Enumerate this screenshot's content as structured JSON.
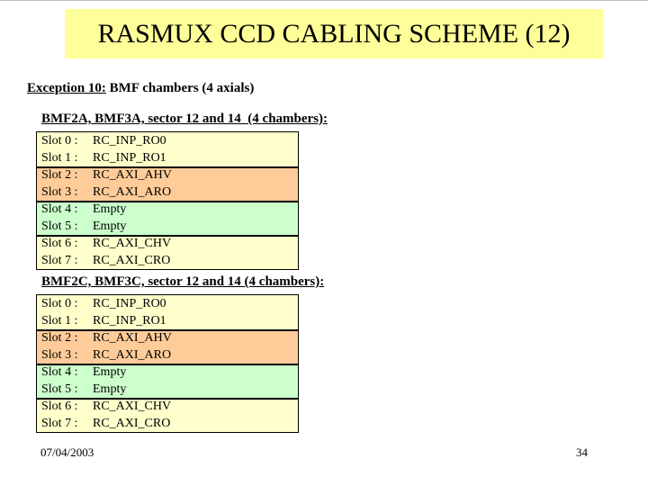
{
  "slide": {
    "title": "RASMUX CCD CABLING SCHEME (12)",
    "exception_label": "Exception 10:",
    "exception_text": " BMF chambers (4 axials)"
  },
  "colors": {
    "banner_bg": "#ffff99",
    "row_yellow": "#ffffcc",
    "row_orange": "#ffcc99",
    "row_green": "#ccffcc"
  },
  "sections": [
    {
      "header": "BMF2A, BMF3A, sector 12 and 14  (4 chambers):",
      "rows": [
        {
          "slot": "Slot 0 :",
          "value": "RC_INP_RO0"
        },
        {
          "slot": "Slot 1 :",
          "value": "RC_INP_RO1"
        },
        {
          "slot": "Slot 2 :",
          "value": "RC_AXI_AHV"
        },
        {
          "slot": "Slot 3 :",
          "value": "RC_AXI_ARO"
        },
        {
          "slot": "Slot 4 :",
          "value": "Empty"
        },
        {
          "slot": "Slot 5 :",
          "value": "Empty"
        },
        {
          "slot": "Slot 6 :",
          "value": "RC_AXI_CHV"
        },
        {
          "slot": "Slot 7 :",
          "value": "RC_AXI_CRO"
        }
      ]
    },
    {
      "header": "BMF2C, BMF3C, sector 12 and 14 (4 chambers):",
      "rows": [
        {
          "slot": "Slot 0 :",
          "value": "RC_INP_RO0"
        },
        {
          "slot": "Slot 1 :",
          "value": "RC_INP_RO1"
        },
        {
          "slot": "Slot 2 :",
          "value": "RC_AXI_AHV"
        },
        {
          "slot": "Slot 3 :",
          "value": "RC_AXI_ARO"
        },
        {
          "slot": "Slot 4 :",
          "value": "Empty"
        },
        {
          "slot": "Slot 5 :",
          "value": "Empty"
        },
        {
          "slot": "Slot 6 :",
          "value": "RC_AXI_CHV"
        },
        {
          "slot": "Slot 7 :",
          "value": "RC_AXI_CRO"
        }
      ]
    }
  ],
  "footer": {
    "date": "07/04/2003",
    "page": "34"
  }
}
